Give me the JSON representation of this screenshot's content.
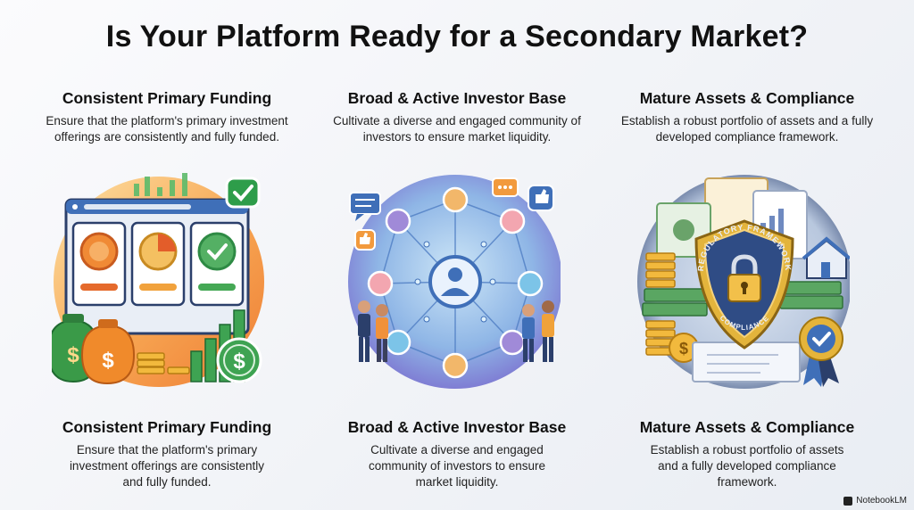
{
  "title": "Is Your Platform Ready for a Secondary Market?",
  "columns": [
    {
      "heading": "Consistent Primary Funding",
      "top_desc": "Ensure that the platform's primary investment offerings are consistently and fully funded.",
      "bottom_desc": "Ensure that the platform's primary investment offerings are consistently and fully funded."
    },
    {
      "heading": "Broad & Active Investor Base",
      "top_desc": "Cultivate a diverse and engaged community of investors to ensure market liquidity.",
      "bottom_desc": "Cultivate a diverse and engaged community of investors to ensure market liquidity."
    },
    {
      "heading": "Mature Assets & Compliance",
      "top_desc": "Establish a robust portfolio of assets and a fully developed compliance framework.",
      "bottom_desc": "Establish a robust portfolio of assets and a fully developed compliance framework."
    }
  ],
  "shield_text": {
    "arc_top": "REGULATORY FRAMEWORK",
    "arc_bottom": "COMPLIANCE"
  },
  "badge": "NotebookLM",
  "icons": [
    "check-icon",
    "money-bag-icon",
    "dollar-coin-icon",
    "user-node-icon",
    "chat-bubble-icon",
    "thumbs-up-icon",
    "padlock-icon",
    "house-icon",
    "award-ribbon-icon",
    "notebooklm-logo-icon"
  ],
  "colors": {
    "orange": "#f39a3d",
    "green": "#2e9d4a",
    "blue": "#3f6fb8",
    "purple": "#8a6cc9",
    "navy": "#2b3f6b",
    "gold": "#e5b43a"
  }
}
